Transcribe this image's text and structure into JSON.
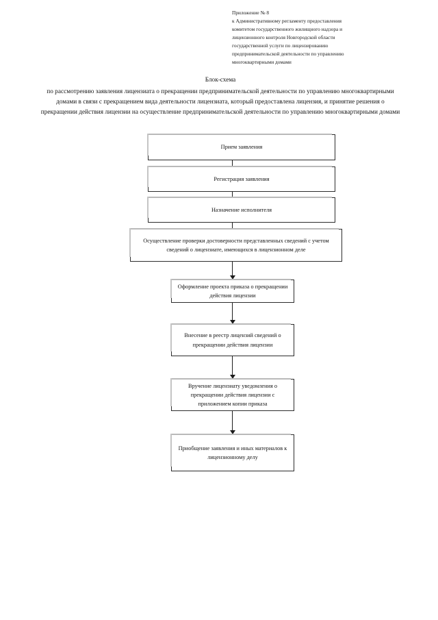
{
  "document": {
    "header_lines": [
      "Приложение № 8",
      "к Административному регламенту предоставления",
      "комитетом государственного жилищного надзора и",
      "лицензионного контроля Новгородской области",
      "государственной услуги по лицензированию",
      "предпринимательской деятельности по управлению",
      "многоквартирными домами"
    ],
    "title": "Блок-схема",
    "subtitle": "по рассмотрению заявления лицензиата о прекращении предпринимательской деятельности по управлению многоквартирными домами в связи с прекращением вида деятельности лицензиата, который предоставлена лицензия, и принятие решения о прекращении действия лицензии на осуществление предпринимательской деятельности по управлению многоквартирными домами"
  },
  "chart_data": {
    "type": "diagram",
    "title": "Блок-схема",
    "orientation": "vertical",
    "nodes": [
      {
        "id": "n1",
        "label": "Прием заявления"
      },
      {
        "id": "n2",
        "label": "Регистрация заявления"
      },
      {
        "id": "n3",
        "label": "Назначение исполнителя"
      },
      {
        "id": "n4",
        "label": "Осуществление проверки достоверности представленных сведений с учетом сведений  о лицензиате, имеющихся в лицензионном деле"
      },
      {
        "id": "n5",
        "label": "Оформление проекта приказа о прекращении действия лицензии"
      },
      {
        "id": "n6",
        "label": "Внесение в реестр лицензий сведений о прекращении действия лицензии"
      },
      {
        "id": "n7",
        "label": "Вручение лицензиату уведомления о прекращении действия лицензии с приложением копии приказа"
      },
      {
        "id": "n8",
        "label": "Приобщение заявления и иных материалов к лицензионному делу"
      }
    ],
    "edges": [
      {
        "from": "n1",
        "to": "n2",
        "style": "arrow"
      },
      {
        "from": "n2",
        "to": "n3",
        "style": "arrow"
      },
      {
        "from": "n3",
        "to": "n4",
        "style": "arrow"
      },
      {
        "from": "n4",
        "to": "n5",
        "style": "arrow"
      },
      {
        "from": "n5",
        "to": "n6",
        "style": "arrow"
      },
      {
        "from": "n6",
        "to": "n7",
        "style": "arrow"
      },
      {
        "from": "n7",
        "to": "n8",
        "style": "arrow"
      }
    ],
    "colors": {
      "box_border": "#2b2b2b",
      "box_fill": "#ffffff",
      "arrow": "#1c1c1c",
      "text": "#141414",
      "page_background": "#ffffff"
    }
  }
}
